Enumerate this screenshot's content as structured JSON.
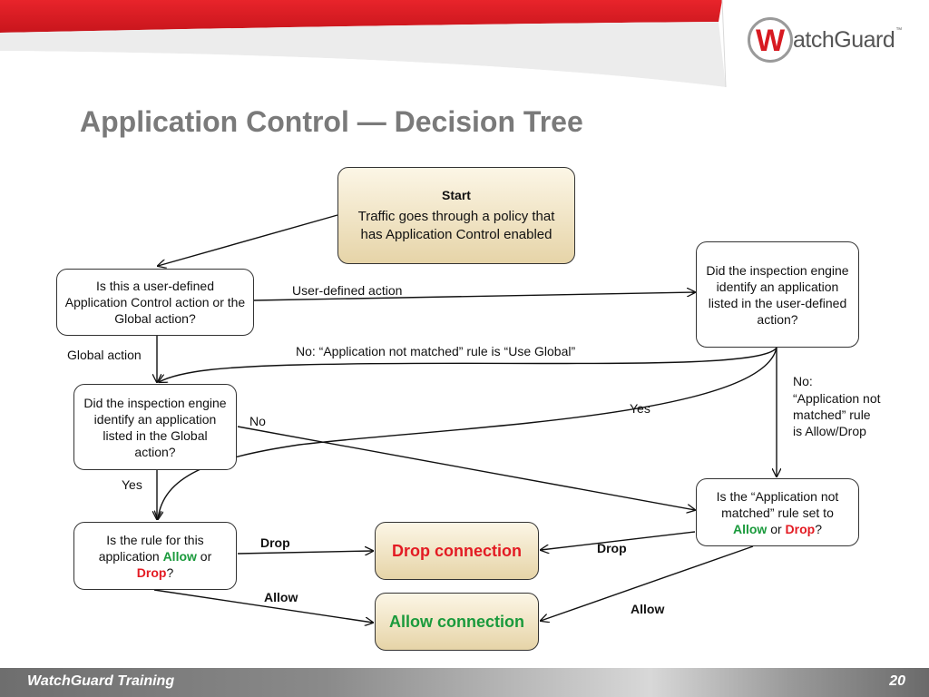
{
  "brand": {
    "logo_initial": "W",
    "logo_rest": "atchGuard",
    "trademark": "™",
    "colors": {
      "red": "#e31b23",
      "green": "#1a9a3c",
      "title_gray": "#7a7a7a"
    }
  },
  "slide": {
    "title": "Application Control — Decision Tree",
    "footer": "WatchGuard Training",
    "page_number": "20"
  },
  "nodes": {
    "start": {
      "title": "Start",
      "body": "Traffic goes through a policy that has Application Control enabled"
    },
    "action_type": {
      "text": "Is this a user-defined Application Control action or the Global action?"
    },
    "user_defined_match": {
      "text": "Did the inspection engine identify an application listed in the user-defined action?"
    },
    "global_match": {
      "text": "Did the inspection engine identify an application listed in the Global action?"
    },
    "not_matched_rule": {
      "prefix": "Is the “Application not matched” rule set to",
      "allow": "Allow",
      "or": "or",
      "drop": "Drop",
      "suffix": "?"
    },
    "rule_for_app": {
      "prefix": "Is the rule for this application",
      "allow": "Allow",
      "or": "or",
      "drop": "Drop",
      "suffix": "?"
    },
    "drop_connection": {
      "text": "Drop connection"
    },
    "allow_connection": {
      "text": "Allow connection"
    }
  },
  "edge_labels": {
    "user_defined": "User-defined action",
    "global": "Global action",
    "use_global": "No: “Application not matched” rule is “Use Global”",
    "no_allow_drop_1": "No:",
    "no_allow_drop_2": "“Application not",
    "no_allow_drop_3": "matched” rule",
    "no_allow_drop_4": "is Allow/Drop",
    "yes_user": "Yes",
    "no_global": "No",
    "yes_global": "Yes",
    "drop_left": "Drop",
    "allow_left": "Allow",
    "drop_right": "Drop",
    "allow_right": "Allow"
  }
}
